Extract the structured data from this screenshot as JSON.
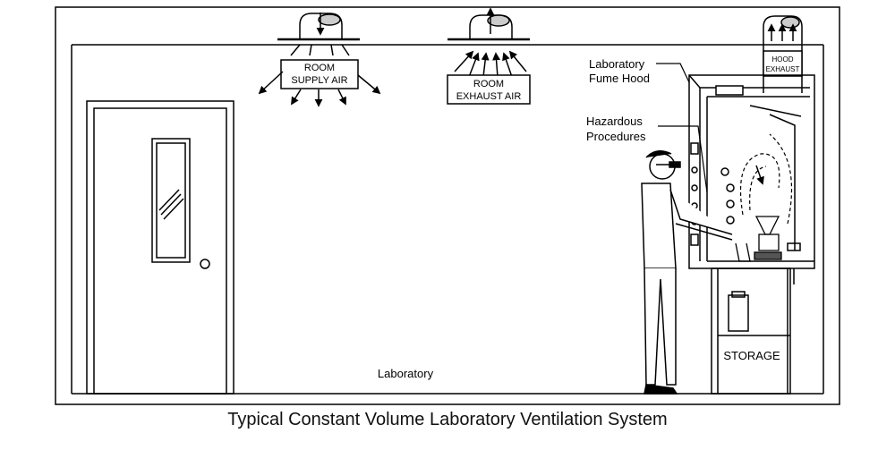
{
  "labels": {
    "room_supply_line1": "ROOM",
    "room_supply_line2": "SUPPLY AIR",
    "room_exhaust_line1": "ROOM",
    "room_exhaust_line2": "EXHAUST AIR",
    "hood_exhaust_line1": "HOOD",
    "hood_exhaust_line2": "EXHAUST",
    "fume_hood_line1": "Laboratory",
    "fume_hood_line2": "Fume Hood",
    "hazardous_line1": "Hazardous",
    "hazardous_line2": "Procedures",
    "storage": "STORAGE",
    "laboratory": "Laboratory"
  },
  "caption": "Typical Constant Volume Laboratory Ventilation System"
}
